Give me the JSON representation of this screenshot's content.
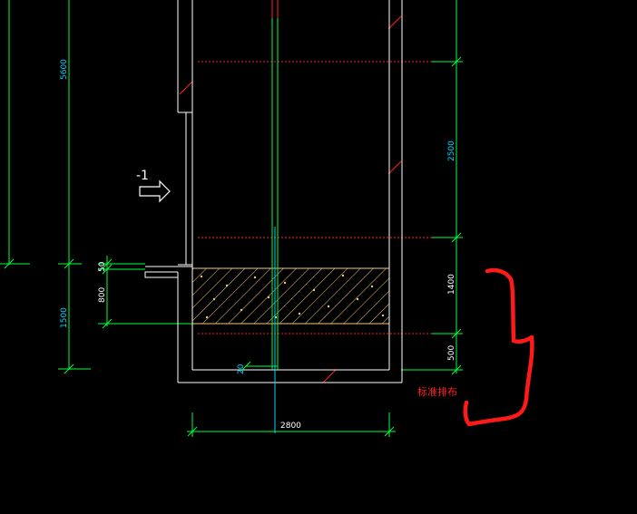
{
  "drawing": {
    "section_label": "-1",
    "dims_left": {
      "d5600": "5600",
      "d1500": "1500",
      "d50": "50",
      "d800": "800"
    },
    "dims_right": {
      "d2500": "2500",
      "d1400": "1400",
      "d500": "500"
    },
    "dim_bottom": "2800",
    "dim_small": "20",
    "note": "标准排布"
  },
  "colors": {
    "background": "#000000",
    "wall": "#ffffff",
    "dim_line": "#00ff3c",
    "dim_text": "#00d6ff",
    "axis_red": "#ff2020",
    "hatch_fill": "#f2c77a",
    "annotation": "#ff1a1a"
  },
  "icons": [
    "section-arrow-icon"
  ]
}
